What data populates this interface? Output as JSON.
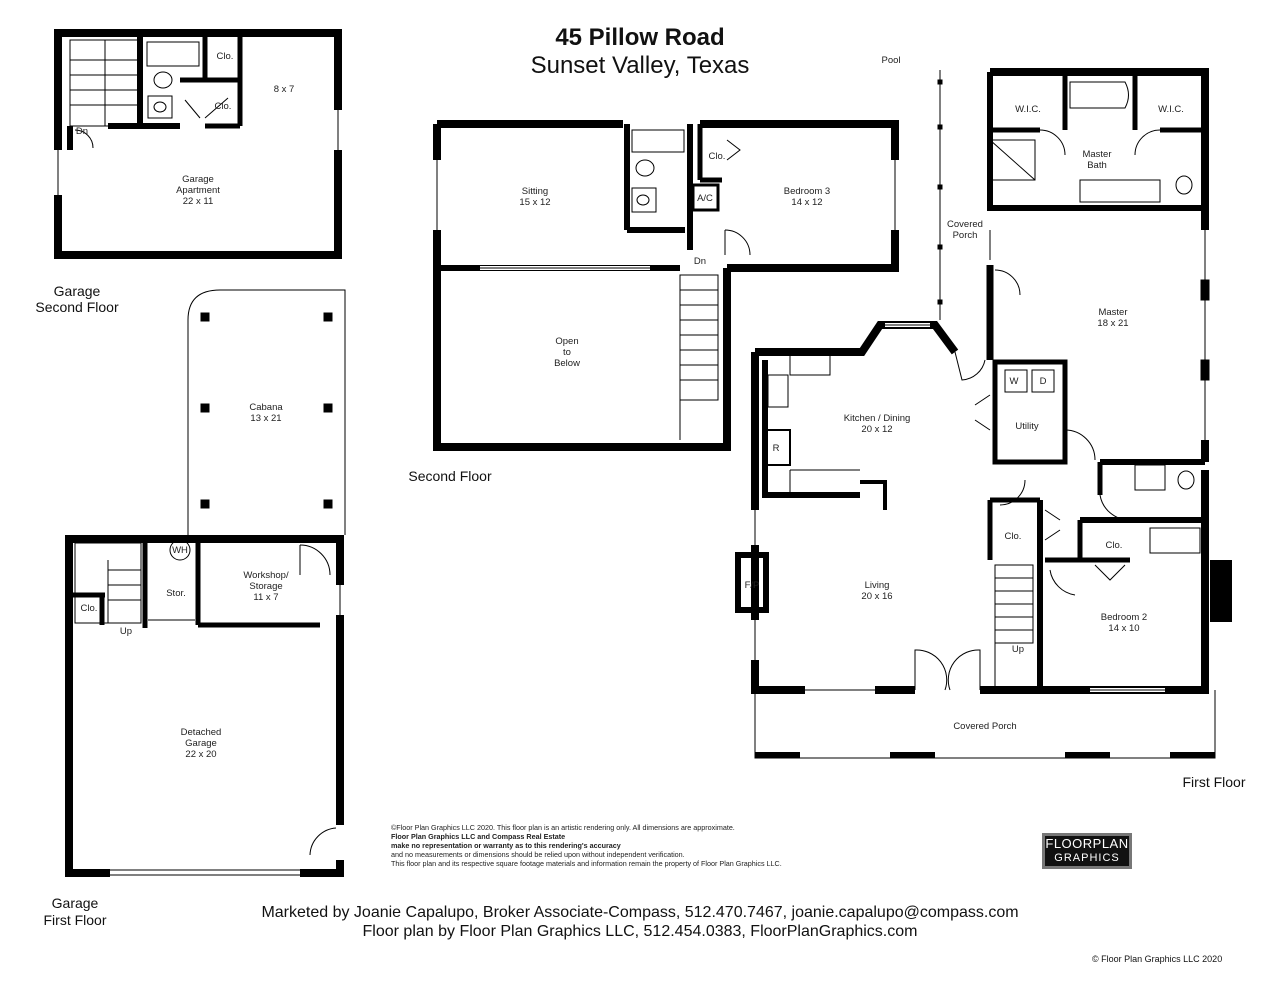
{
  "header": {
    "address": "45 Pillow Road",
    "city": "Sunset Valley, Texas"
  },
  "floors": {
    "garage_second": [
      "Garage",
      "Second Floor"
    ],
    "second": "Second Floor",
    "garage_first": [
      "Garage",
      "First Floor"
    ],
    "first": "First Floor"
  },
  "rooms": {
    "garage_apartment": [
      "Garage",
      "Apartment",
      "22 x 11"
    ],
    "apt_closet_1": "Clo.",
    "apt_closet_2": "Clo.",
    "apt_8x7": "8 x 7",
    "apt_down": "Dn",
    "cabana": [
      "Cabana",
      "13 x 21"
    ],
    "sitting": [
      "Sitting",
      "15 x 12"
    ],
    "bedroom3": [
      "Bedroom 3",
      "14 x 12"
    ],
    "bed3_closet": "Clo.",
    "ac": "A/C",
    "second_down": "Dn",
    "open_to_below": [
      "Open",
      "to",
      "Below"
    ],
    "pool": "Pool",
    "wic_left": "W.I.C.",
    "wic_right": "W.I.C.",
    "master_bath": [
      "Master",
      "Bath"
    ],
    "covered_porch_side": [
      "Covered",
      "Porch"
    ],
    "master": [
      "Master",
      "18 x 21"
    ],
    "kitchen_dining": [
      "Kitchen / Dining",
      "20 x 12"
    ],
    "refrigerator": "R",
    "washer": "W",
    "dryer": "D",
    "utility": "Utility",
    "wh": "WH",
    "storage": "Stor.",
    "workshop": [
      "Workshop/",
      "Storage",
      "11 x 7"
    ],
    "garage_closet": "Clo.",
    "garage_up": "Up",
    "detached_garage": [
      "Detached",
      "Garage",
      "22 x 20"
    ],
    "fireplace": "F/P",
    "living": [
      "Living",
      "20 x 16"
    ],
    "hall_closet": "Clo.",
    "bed2_closet": "Clo.",
    "first_up": "Up",
    "bedroom2": [
      "Bedroom 2",
      "14 x 10"
    ],
    "covered_porch_front": "Covered Porch"
  },
  "disclaimer": {
    "line1": "©Floor Plan Graphics LLC 2020.  This floor plan is an artistic rendering only. All dimensions are approximate.",
    "line2": "Floor Plan Graphics LLC and Compass Real Estate",
    "line3": "make no representation or warranty as to this rendering's accuracy",
    "line4": "and no measurements or dimensions should be relied upon without independent verification.",
    "line5": "This floor plan and its respective square footage materials and information remain the property of Floor Plan Graphics LLC."
  },
  "logo": {
    "line1": "FLOORPLAN",
    "line2": "GRAPHICS"
  },
  "footer": {
    "marketed_by": "Marketed by Joanie Capalupo, Broker Associate-Compass, 512.470.7467, joanie.capalupo@compass.com",
    "floor_plan_by": "Floor plan by Floor Plan Graphics LLC, 512.454.0383, FloorPlanGraphics.com",
    "copyright": "© Floor Plan Graphics LLC 2020"
  }
}
